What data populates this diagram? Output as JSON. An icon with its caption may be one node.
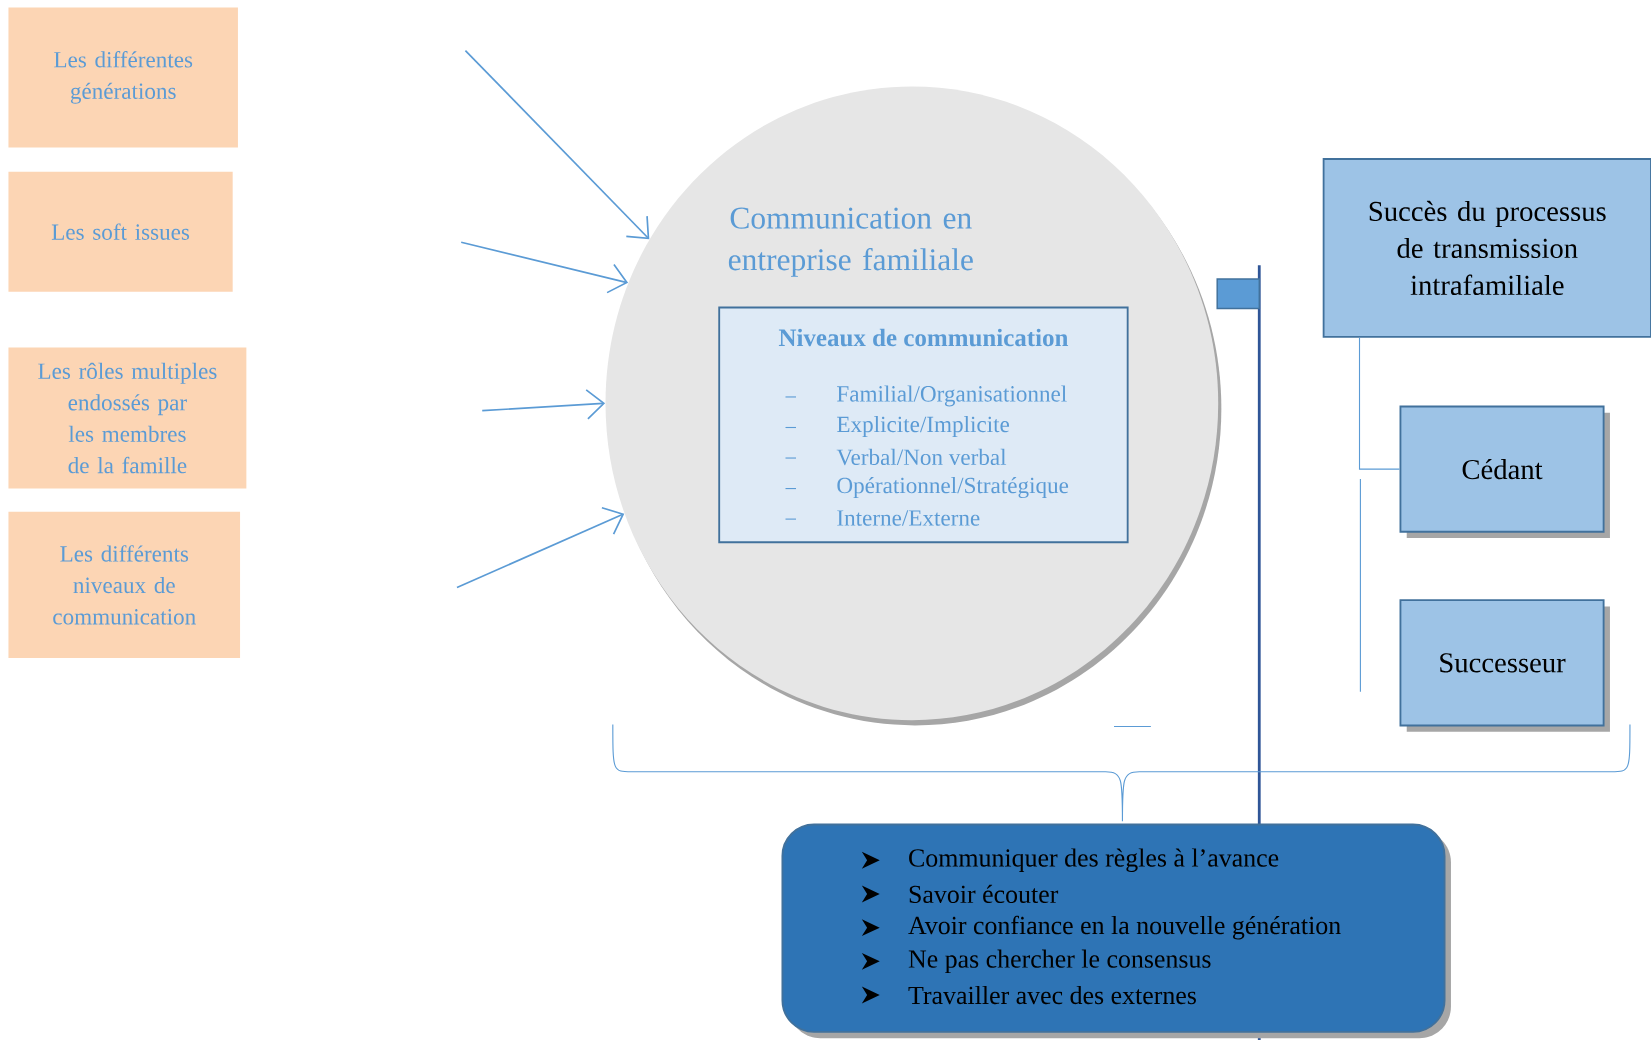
{
  "diagram": {
    "nodes": [
      {
        "text": [
          "Les différentes générations"
        ]
      },
      {
        "text": [
          "Les soft issues"
        ]
      },
      {
        "text": [
          "Les rôles multiples endossés par les membres de la famille"
        ]
      },
      {
        "text": [
          "Les différents niveaux de communication"
        ]
      },
      {
        "text": [
          "Communication en entreprise familiale"
        ]
      },
      {
        "text": [
          "Niveaux de communication",
          "Familial/Organisationnel",
          "Explicite/Implicite",
          "Verbal/Non verbal",
          "Opérationnel/Stratégique",
          "Interne/Externe"
        ],
        "in": 4
      },
      {
        "text": [
          "Succès du processus de transmission intrafamiliale"
        ]
      },
      {
        "text": [
          "Cédant"
        ]
      },
      {
        "text": [
          "Successeur"
        ]
      },
      {
        "text": [
          "Communiquer des règles à l’avance",
          "Savoir écouter",
          "Avoir confiance en la nouvelle génération",
          "Ne pas chercher le consensus",
          "Travailler avec des externes"
        ]
      }
    ],
    "edges": [
      {
        "from": null,
        "to": 4,
        "arrow": "to"
      },
      {
        "from": null,
        "to": 4,
        "arrow": "to"
      },
      {
        "from": null,
        "to": 4,
        "arrow": "to"
      },
      {
        "from": null,
        "to": 4,
        "arrow": "to"
      },
      {
        "from": 6,
        "to": 7,
        "arrow": "none"
      }
    ]
  }
}
